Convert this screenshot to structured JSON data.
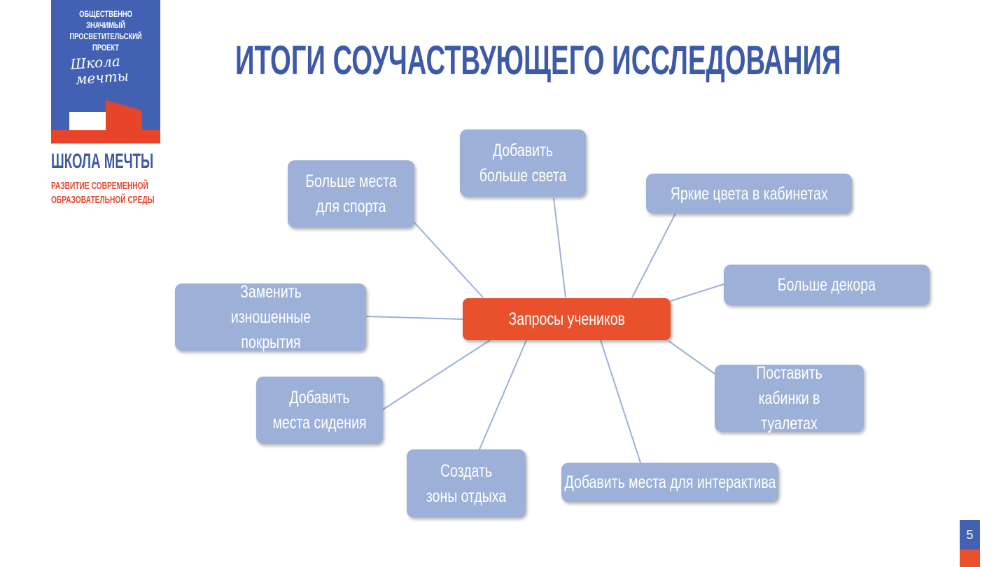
{
  "logo": {
    "project_line1": "ОБЩЕСТВЕННО ЗНАЧИМЫЙ",
    "project_line2": "ПРОСВЕТИТЕЛЬСКИЙ ПРОЕКТ",
    "script_line1": "Школа",
    "script_line2": "мечты",
    "brand": "ШКОЛА МЕЧТЫ",
    "subtitle_line1": "РАЗВИТИЕ СОВРЕМЕННОЙ",
    "subtitle_line2": "ОБРАЗОВАТЕЛЬНОЙ СРЕДЫ"
  },
  "title": "ИТОГИ СОУЧАСТВУЮЩЕГО ИССЛЕДОВАНИЯ",
  "diagram": {
    "center": "Запросы учеников",
    "nodes": [
      "Больше места для спорта",
      "Добавить больше света",
      "Яркие цвета в кабинетах",
      "Больше декора",
      "Поставить кабинки в туалетах",
      "Добавить места для интерактива",
      "Создать зоны отдыха",
      "Добавить места сидения",
      "Заменить изношенные покрытия"
    ]
  },
  "colors": {
    "blue": "#4361b3",
    "orange": "#e8512b",
    "node": "#9cb0d8",
    "line": "#9cb0d8"
  },
  "page_number": "5"
}
